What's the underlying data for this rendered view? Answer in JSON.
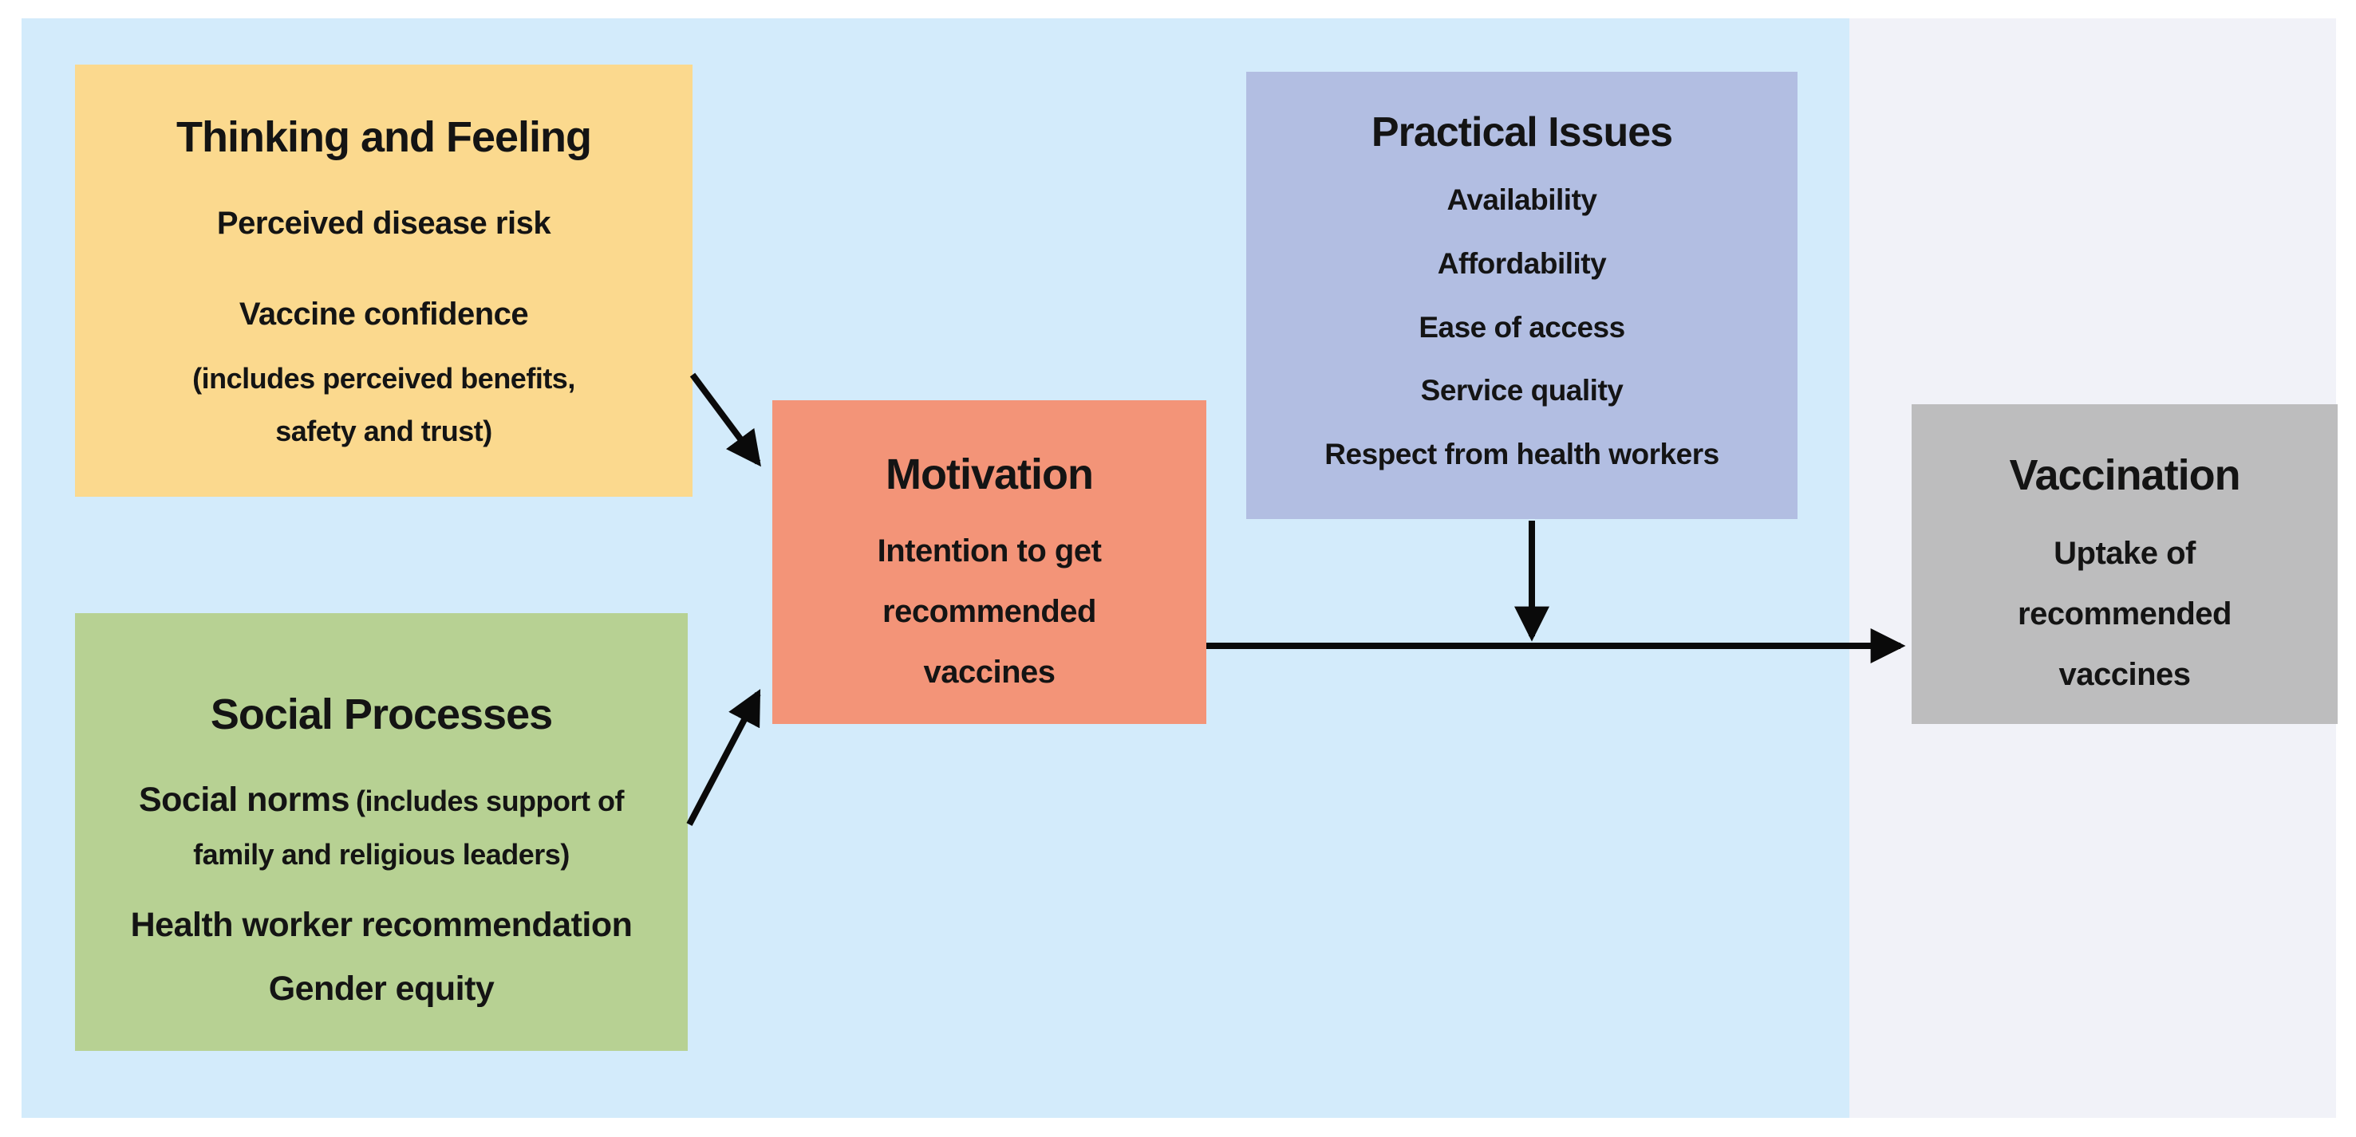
{
  "diagram": {
    "boxes": {
      "thinking_feeling": {
        "title": "Thinking and Feeling",
        "item1": "Perceived disease risk",
        "item2": "Vaccine confidence",
        "item2_note_line1": "(includes perceived benefits,",
        "item2_note_line2": "safety and trust)"
      },
      "social_processes": {
        "title": "Social Processes",
        "item1_main": "Social norms",
        "item1_note": "(includes support of",
        "item1_note_line2": "family and religious leaders)",
        "item2": "Health worker recommendation",
        "item3": "Gender equity"
      },
      "motivation": {
        "title": "Motivation",
        "line1": "Intention to get",
        "line2": "recommended",
        "line3": "vaccines"
      },
      "practical_issues": {
        "title": "Practical Issues",
        "items": [
          "Availability",
          "Affordability",
          "Ease of access",
          "Service quality",
          "Respect from health workers"
        ]
      },
      "vaccination": {
        "title": "Vaccination",
        "line1": "Uptake of",
        "line2": "recommended",
        "line3": "vaccines"
      }
    },
    "colors": {
      "page_bg": "#ffffff",
      "main_bg": "#d3ebfb",
      "outcome_panel_bg": "#f1f2f8",
      "thinking_feeling_bg": "#fbd98e",
      "social_processes_bg": "#b7d193",
      "motivation_bg": "#f39478",
      "practical_issues_bg": "#b2bee2",
      "vaccination_bg": "#bdbdbe",
      "arrow": "#0a0a0a",
      "text": "#141414"
    }
  }
}
